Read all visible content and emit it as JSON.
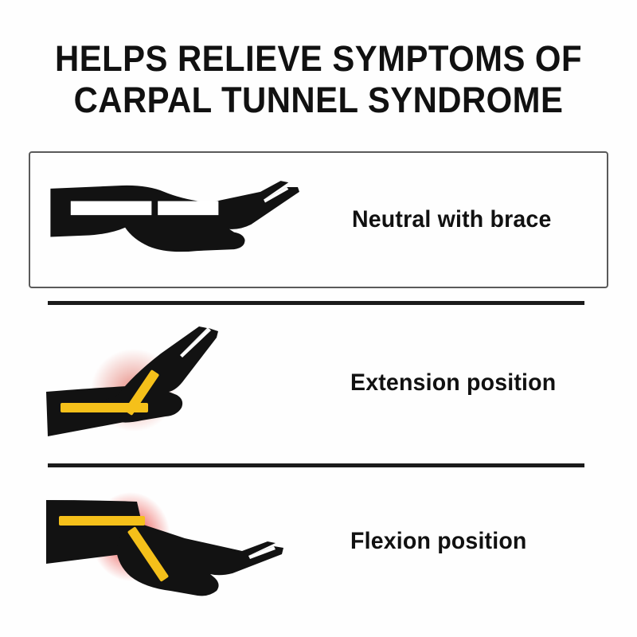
{
  "page": {
    "background_color": "#FEFEFE",
    "title_lines": [
      "HELPS RELIEVE SYMPTOMS OF",
      "CARPAL TUNNEL SYNDROME"
    ],
    "title_color": "#111111"
  },
  "colors": {
    "arm_black": "#121212",
    "nerve_yellow": "#F5C01A",
    "strap_white": "#FFFFFF",
    "pain_glow_mild": "#E4796E",
    "pain_glow_strong": "#E8302A",
    "divider_black": "#1b1b1b",
    "highlight_border": "#5a5a5a"
  },
  "rows": [
    {
      "id": "neutral",
      "label": "Neutral with brace",
      "highlighted": true,
      "arm_icon": "forearm-hand-neutral-with-brace-icon",
      "has_brace_straps": true,
      "has_nerve_line": false,
      "pain_glow": "none",
      "wrist_angle_deg": 0
    },
    {
      "id": "extension",
      "label": "Extension position",
      "highlighted": false,
      "arm_icon": "forearm-hand-extension-icon",
      "has_brace_straps": false,
      "has_nerve_line": true,
      "pain_glow": "mild",
      "wrist_angle_deg": 35
    },
    {
      "id": "flexion",
      "label": "Flexion position",
      "highlighted": false,
      "arm_icon": "forearm-hand-flexion-icon",
      "has_brace_straps": false,
      "has_nerve_line": true,
      "pain_glow": "strong",
      "wrist_angle_deg": -22
    }
  ],
  "dividers": [
    {
      "id": "divider-1"
    },
    {
      "id": "divider-2"
    }
  ]
}
